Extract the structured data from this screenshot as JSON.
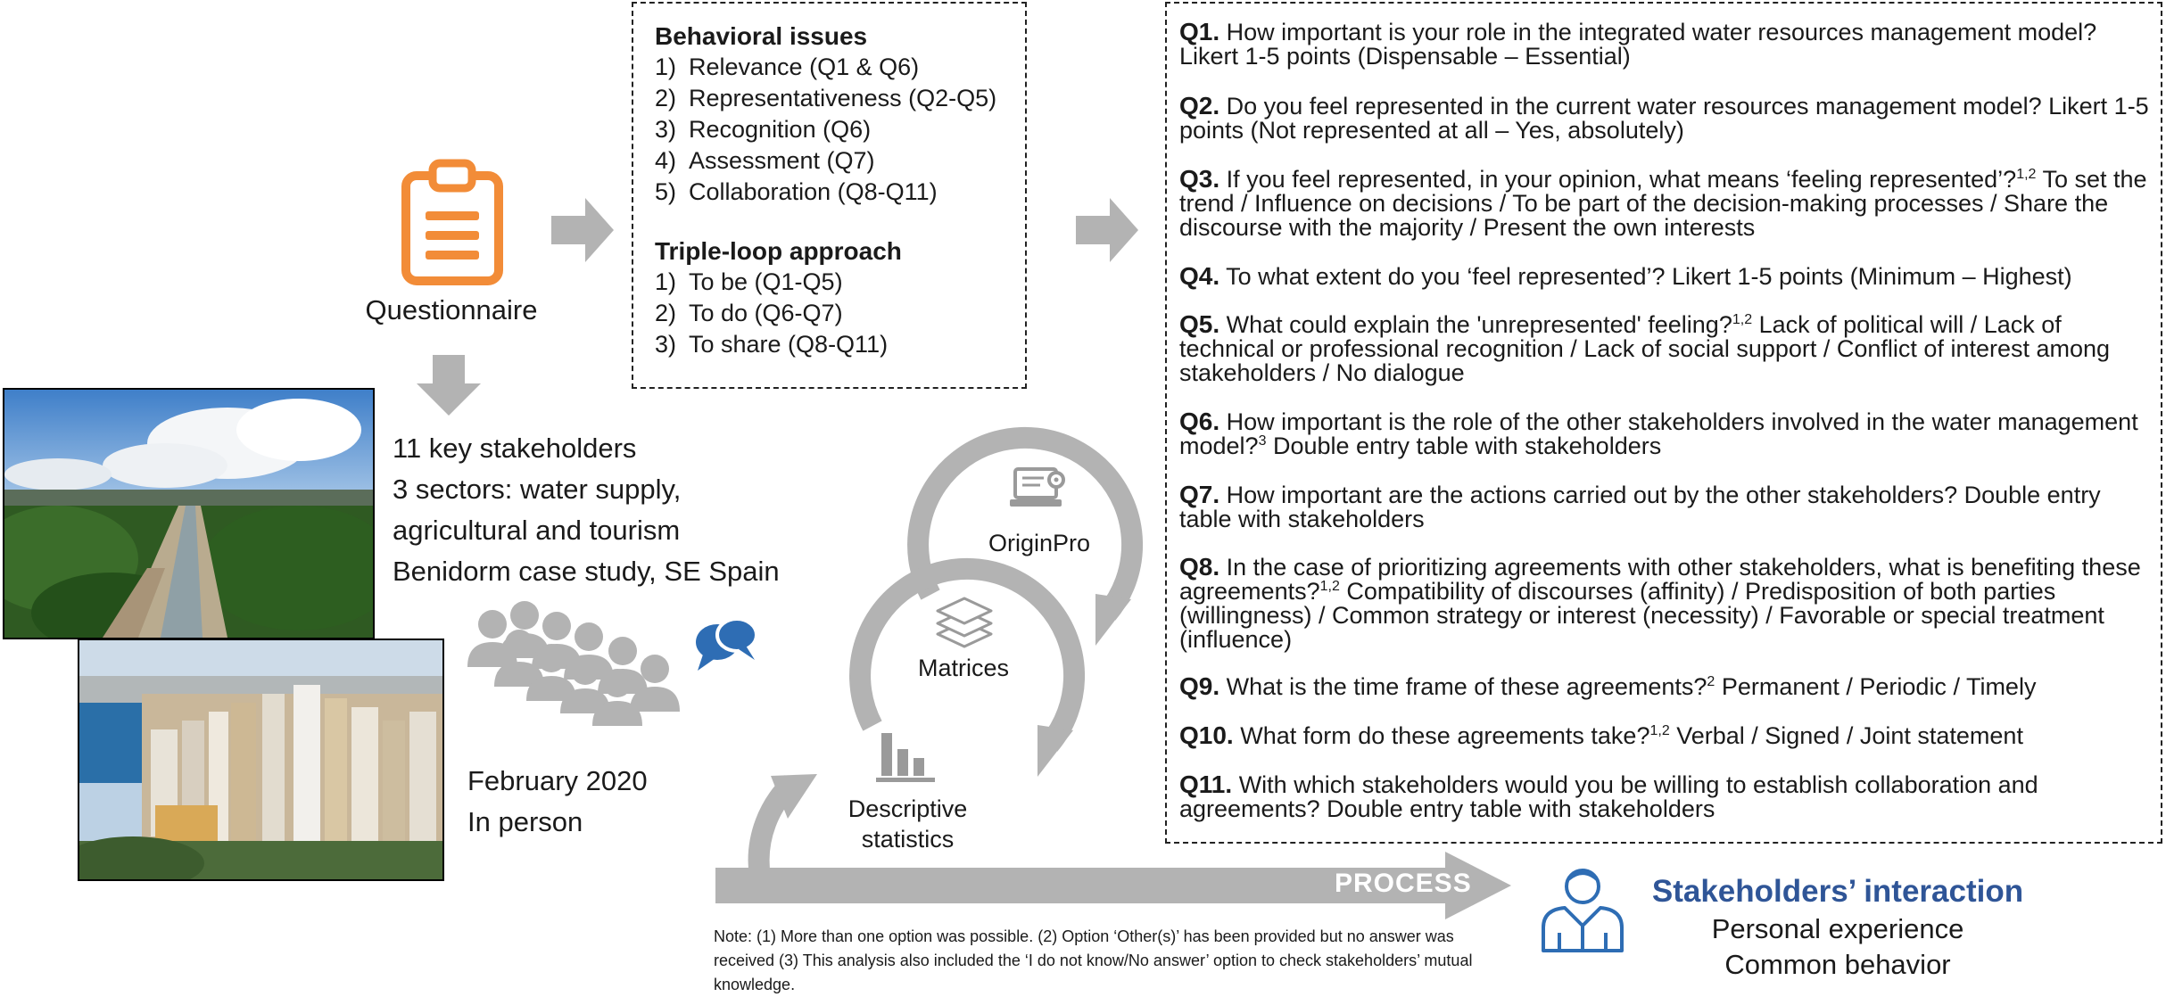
{
  "questionnaire_label": "Questionnaire",
  "behavioral": {
    "title": "Behavioral issues",
    "items": [
      {
        "num": "1)",
        "text": "Relevance (Q1 & Q6)"
      },
      {
        "num": "2)",
        "text": "Representativeness (Q2-Q5)"
      },
      {
        "num": "3)",
        "text": "Recognition (Q6)"
      },
      {
        "num": "4)",
        "text": "Assessment (Q7)"
      },
      {
        "num": "5)",
        "text": "Collaboration (Q8-Q11)"
      }
    ]
  },
  "triple_loop": {
    "title": "Triple-loop approach",
    "items": [
      {
        "num": "1)",
        "text": "To be (Q1-Q5)"
      },
      {
        "num": "2)",
        "text": "To do (Q6-Q7)"
      },
      {
        "num": "3)",
        "text": "To share (Q8-Q11)"
      }
    ]
  },
  "stakeholders_info": [
    "11 key stakeholders",
    "3 sectors: water supply,",
    "agricultural and tourism",
    "Benidorm case study, SE Spain"
  ],
  "date_info": [
    "February 2020",
    "In person"
  ],
  "cycle_labels": {
    "originpro": "OriginPro",
    "matrices": "Matrices",
    "descriptive_1": "Descriptive",
    "descriptive_2": "statistics"
  },
  "process_label": "PROCESS",
  "stakeholders_interaction": {
    "title": "Stakeholders’ interaction",
    "line1": "Personal experience",
    "line2": "Common behavior"
  },
  "note": "Note:  (1) More than one option was possible. (2) Option ‘Other(s)’ has been provided but no answer was received (3) This analysis also included the ‘I do not know/No answer’ option to check stakeholders’ mutual knowledge.",
  "questions": [
    {
      "id": "Q1.",
      "text": "How important is your role in the integrated water resources  management model? Likert 1-5 points (Dispensable – Essential)",
      "sup": "",
      "rest": ""
    },
    {
      "id": "Q2.",
      "text": "Do you feel represented in the current water resources management model? Likert 1-5 points (Not represented at all – Yes, absolutely)",
      "sup": "",
      "rest": ""
    },
    {
      "id": "Q3.",
      "text": "If you feel represented, in your opinion, what means ‘feeling represented’?",
      "sup": "1,2",
      "rest": " To set the trend / Influence on decisions / To be part of the decision-making processes / Share the discourse with the majority / Present the own interests"
    },
    {
      "id": "Q4.",
      "text": "To what extent do you ‘feel represented’? Likert 1-5 points (Minimum – Highest)",
      "sup": "",
      "rest": ""
    },
    {
      "id": "Q5.",
      "text": "What could explain the 'unrepresented' feeling?",
      "sup": "1,2",
      "rest": " Lack of political will / Lack of technical or professional recognition / Lack of social support / Conflict of interest among stakeholders / No dialogue"
    },
    {
      "id": "Q6.",
      "text": "How important is the role of the other stakeholders involved in the water management model?",
      "sup": "3",
      "rest": " Double entry table with stakeholders"
    },
    {
      "id": "Q7.",
      "text": "How important are the actions carried out by the other stakeholders? Double entry table with stakeholders",
      "sup": "",
      "rest": ""
    },
    {
      "id": "Q8.",
      "text": "In the case of prioritizing agreements with other stakeholders, what is benefiting these agreements?",
      "sup": "1,2",
      "rest": " Compatibility of discourses (affinity) / Predisposition of both parties (willingness) / Common strategy or interest (necessity) / Favorable or special treatment (influence)"
    },
    {
      "id": "Q9.",
      "text": "What is the time frame of these agreements?",
      "sup": "2",
      "rest": " Permanent / Periodic / Timely"
    },
    {
      "id": "Q10.",
      "text": "What form do these agreements take?",
      "sup": "1,2",
      "rest": " Verbal / Signed / Joint statement"
    },
    {
      "id": "Q11.",
      "text": "With which stakeholders would you be willing to establish collaboration and agreements? Double entry table with stakeholders",
      "sup": "",
      "rest": ""
    }
  ],
  "colors": {
    "orange": "#F28C38",
    "grey_arrow": "#B3B3B3",
    "blue_title": "#2F5597",
    "icon_blue": "#2E6DB4"
  }
}
